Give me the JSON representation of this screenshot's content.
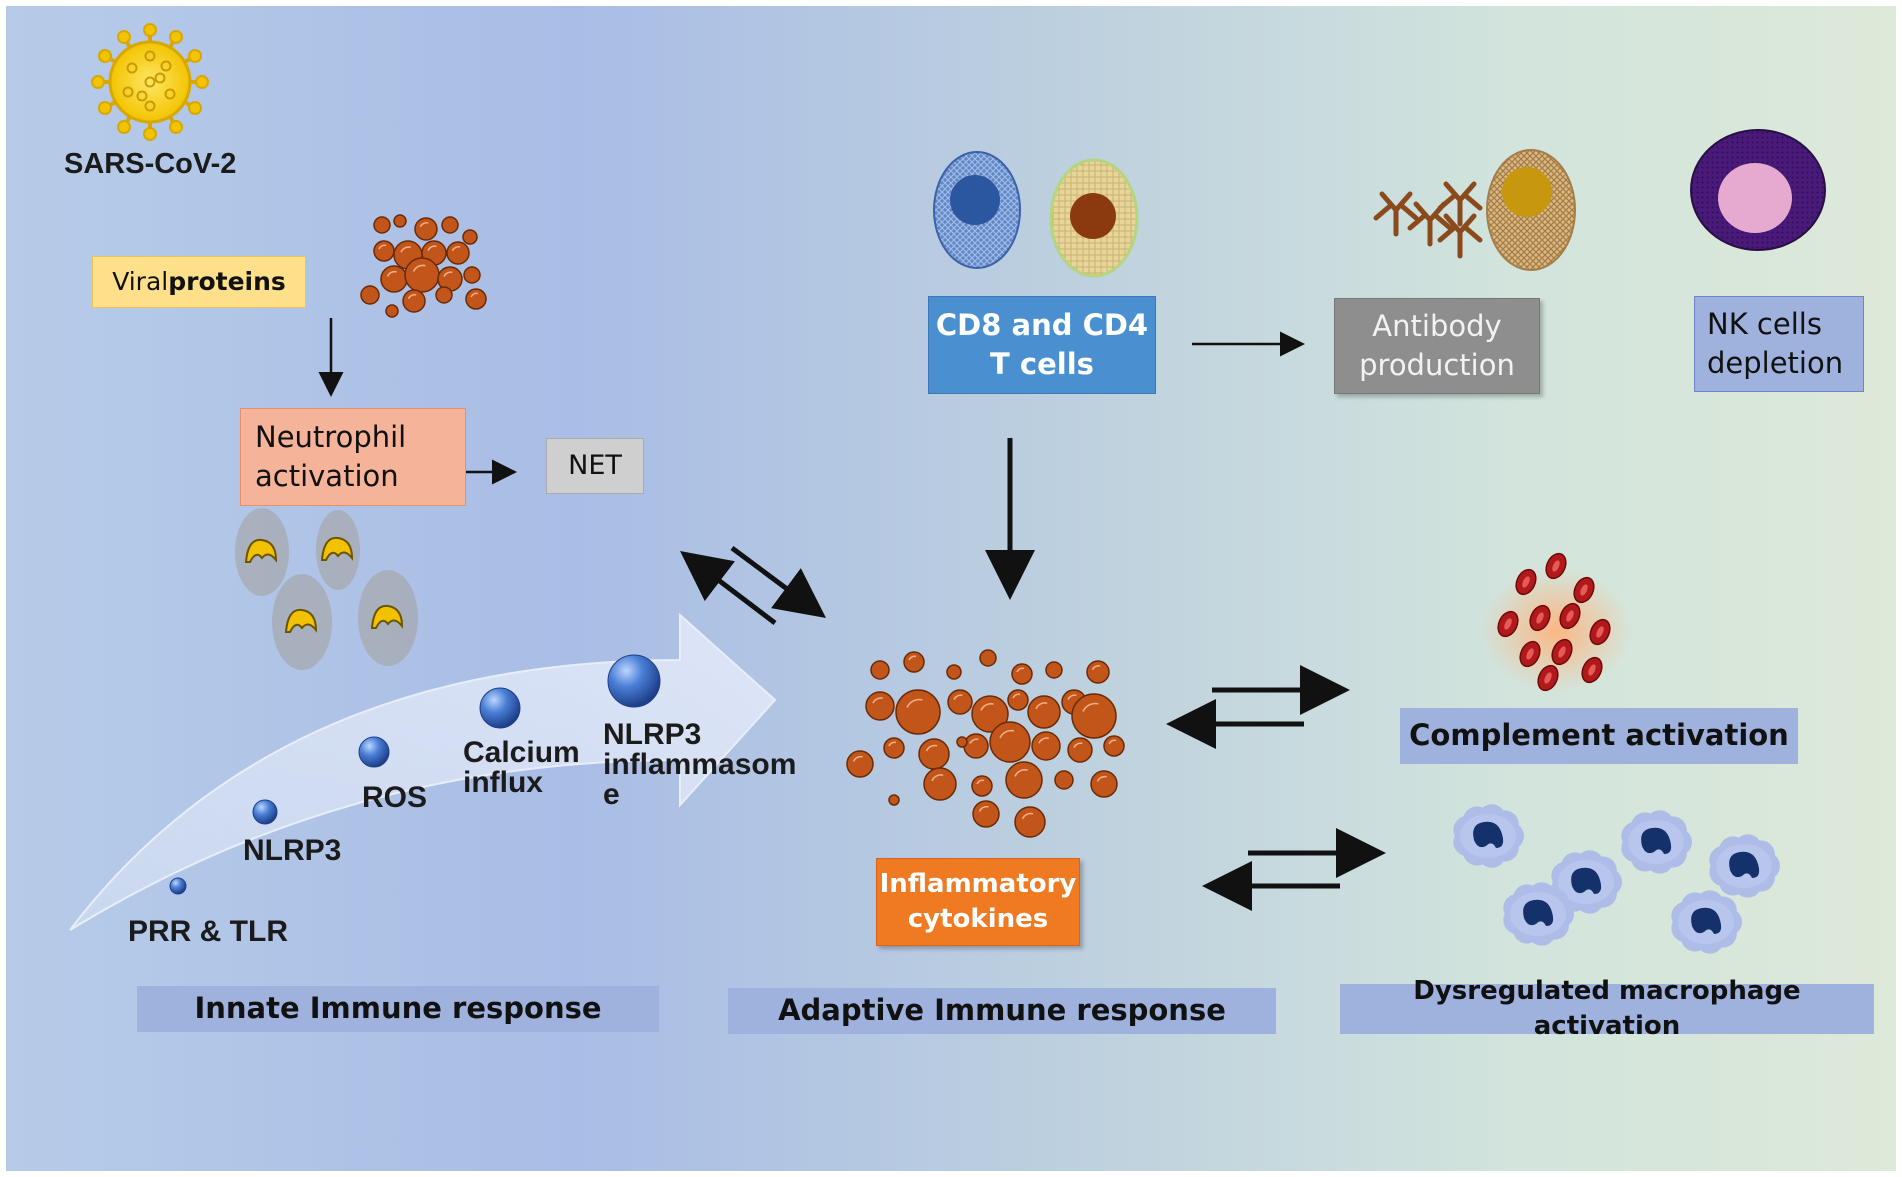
{
  "virus_label": "SARS-CoV-2",
  "viral_proteins": {
    "prefix": "Viral ",
    "bold": "proteins"
  },
  "neutrophil": {
    "line1": "Neutrophil",
    "line2": "activation"
  },
  "net_label": "NET",
  "t_cells": {
    "line1": "CD8 and CD4",
    "line2": "T cells"
  },
  "antibody": {
    "line1": "Antibody",
    "line2": "production"
  },
  "nk_cells": {
    "line1": "NK cells",
    "line2": "depletion"
  },
  "pathway_steps": [
    "PRR & TLR",
    "NLRP3",
    "ROS",
    "Calcium\ninflux",
    "NLRP3\ninflammasom\ne"
  ],
  "cytokines": {
    "line1": "Inflammatory",
    "line2": "cytokines"
  },
  "complement": "Complement activation",
  "innate": "Innate Immune response",
  "adaptive": "Adaptive Immune response",
  "macrophage": "Dysregulated macrophage activation",
  "colors": {
    "orange_cells": "#c2561a",
    "tcell_box": "#4a90d0",
    "cytokine_box": "#ef7a22",
    "antibody_box": "#8e8e8e",
    "neutrophil_box": "#f5b49a",
    "viral_box": "#ffe08a",
    "section_box": "#9fb2de"
  }
}
